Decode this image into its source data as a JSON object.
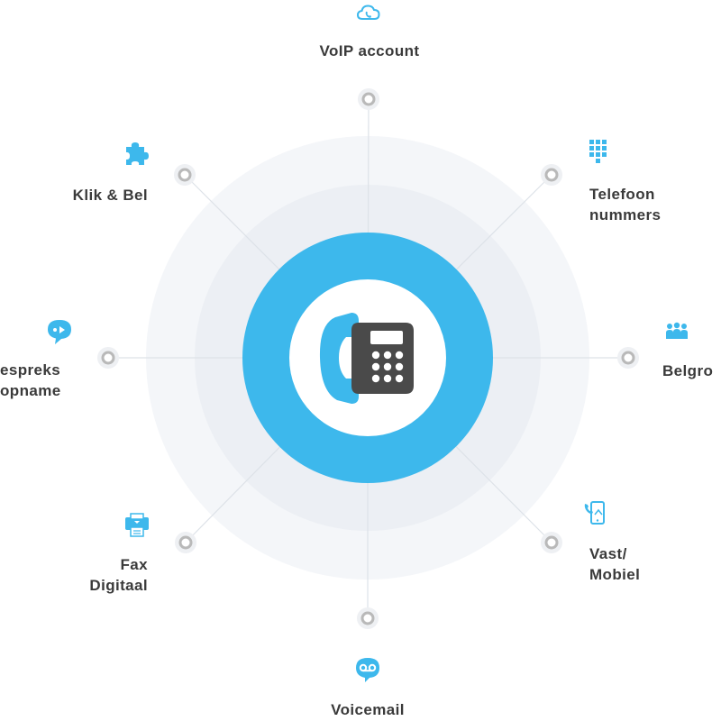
{
  "colors": {
    "accent": "#3db8ec",
    "node": "#b9b9b9",
    "text": "#3a3a3a",
    "phone_body": "#4a4a4a"
  },
  "features": [
    {
      "key": "voip",
      "icon": "cloud-phone-icon",
      "lines": [
        "VoIP account"
      ]
    },
    {
      "key": "nummers",
      "icon": "keypad-icon",
      "lines": [
        "Telefoon",
        "nummers"
      ]
    },
    {
      "key": "belgroep",
      "icon": "group-icon",
      "lines": [
        "Belgro"
      ]
    },
    {
      "key": "vastmobiel",
      "icon": "mobile-phone-icon",
      "lines": [
        "Vast/",
        "Mobiel"
      ]
    },
    {
      "key": "voicemail",
      "icon": "voicemail-icon",
      "lines": [
        "Voicemail"
      ]
    },
    {
      "key": "fax",
      "icon": "fax-icon",
      "lines": [
        "Fax",
        "Digitaal"
      ]
    },
    {
      "key": "opname",
      "icon": "speech-bubble-icon",
      "lines": [
        "espreks",
        "opname"
      ]
    },
    {
      "key": "klikbel",
      "icon": "puzzle-icon",
      "lines": [
        "Klik & Bel"
      ]
    }
  ]
}
